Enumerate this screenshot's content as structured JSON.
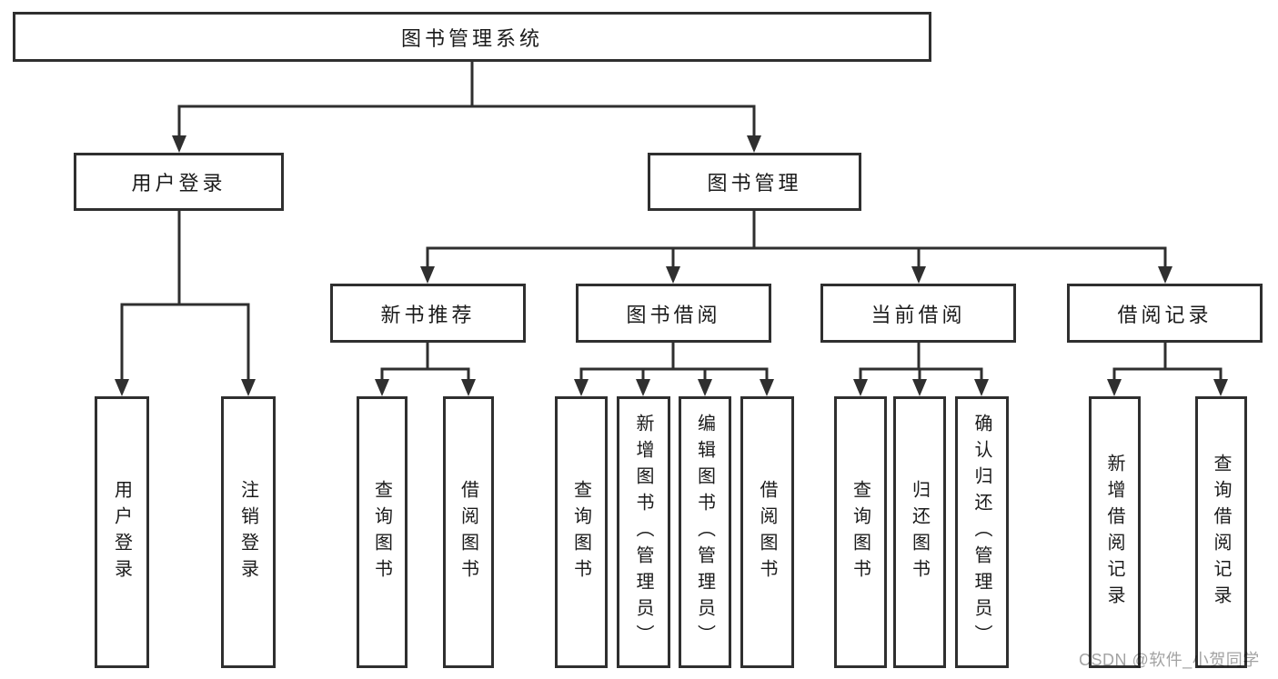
{
  "colors": {
    "line": "#2f2f2f",
    "text": "#1b1b1b",
    "box_background": "#ffffff",
    "watermark": "#a3a3a3"
  },
  "watermark": {
    "text": "CSDN @软件_小贺同学"
  },
  "tree": {
    "label": "图书管理系统",
    "children": [
      {
        "label": "用户登录",
        "children": [
          {
            "label": "用户登录"
          },
          {
            "label": "注销登录"
          }
        ]
      },
      {
        "label": "图书管理",
        "children": [
          {
            "label": "新书推荐",
            "children": [
              {
                "label": "查询图书"
              },
              {
                "label": "借阅图书"
              }
            ]
          },
          {
            "label": "图书借阅",
            "children": [
              {
                "label": "查询图书"
              },
              {
                "label": "新增图书（管理员）"
              },
              {
                "label": "编辑图书（管理员）"
              },
              {
                "label": "借阅图书"
              }
            ]
          },
          {
            "label": "当前借阅",
            "children": [
              {
                "label": "查询图书"
              },
              {
                "label": "归还图书"
              },
              {
                "label": "确认归还（管理员）"
              }
            ]
          },
          {
            "label": "借阅记录",
            "children": [
              {
                "label": "新增借阅记录"
              },
              {
                "label": "查询借阅记录"
              }
            ]
          }
        ]
      }
    ]
  }
}
